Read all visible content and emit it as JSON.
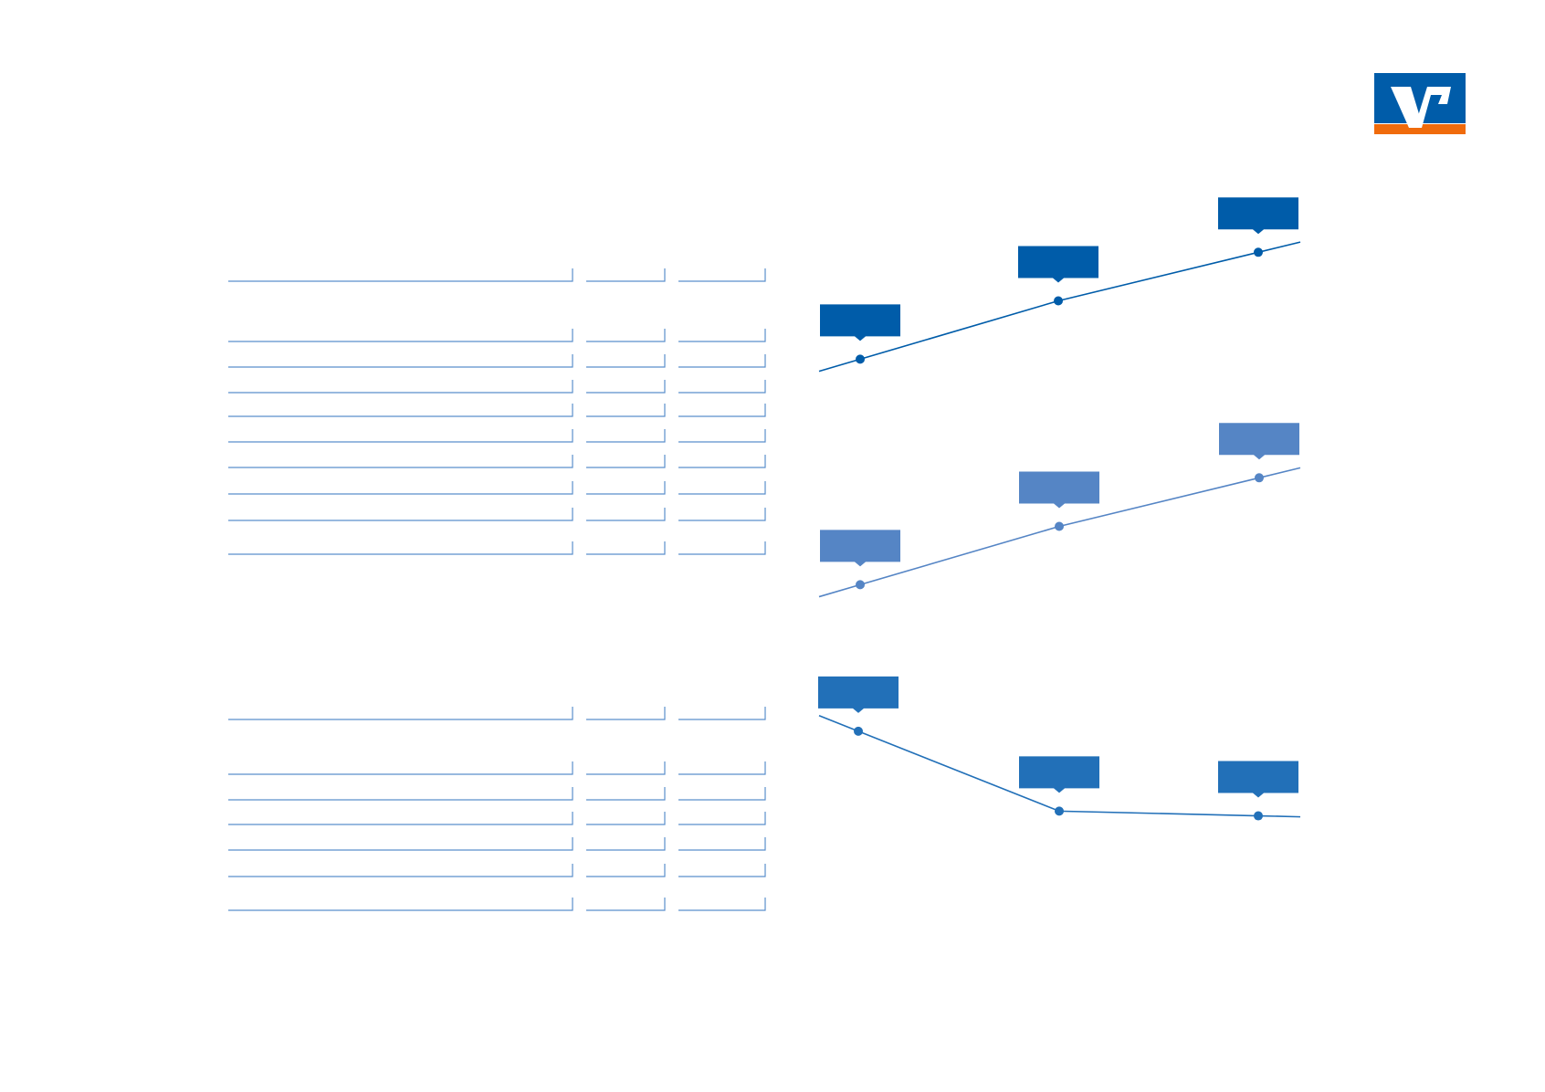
{
  "brand": {
    "logo_name": "volksbank-raiffeisenbank-logo",
    "colors": {
      "blue": "#005ca9",
      "orange": "#f06b0c"
    }
  },
  "tables": [
    {
      "name": "table-top",
      "rows": 11
    },
    {
      "name": "table-bottom",
      "rows": 7
    }
  ],
  "chart_data": [
    {
      "type": "line",
      "categories": [
        "",
        "",
        ""
      ],
      "series": [
        {
          "values": [
            1,
            2.2,
            3.2
          ],
          "color": "#005ca9"
        }
      ],
      "data_labels": [
        "",
        "",
        ""
      ]
    },
    {
      "type": "line",
      "categories": [
        "",
        "",
        ""
      ],
      "series": [
        {
          "values": [
            1,
            2.2,
            3.2
          ],
          "color": "#5585c5"
        }
      ],
      "data_labels": [
        "",
        "",
        ""
      ]
    },
    {
      "type": "line",
      "categories": [
        "",
        "",
        ""
      ],
      "series": [
        {
          "values": [
            3.3,
            1.6,
            1.5
          ],
          "color": "#2270b8"
        }
      ],
      "data_labels": [
        "",
        "",
        ""
      ]
    }
  ]
}
